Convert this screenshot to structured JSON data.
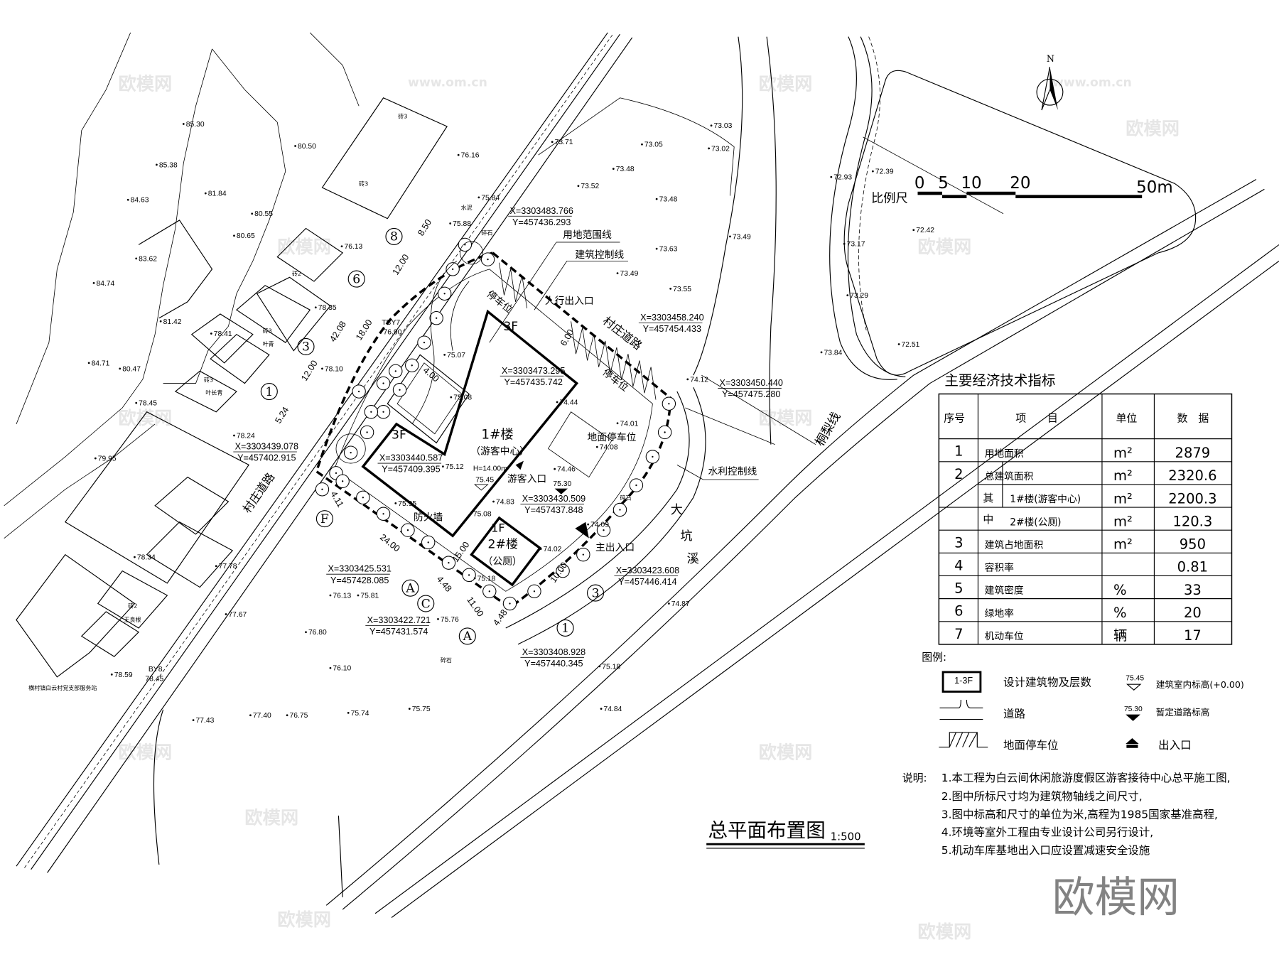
{
  "drawing": {
    "title": "总平面布置图",
    "scale": "1:500",
    "north_label": "N",
    "scale_bar": {
      "label": "比例尺",
      "ticks": [
        "0",
        "5",
        "10",
        "20",
        "50m"
      ]
    },
    "site_labels": {
      "land_boundary": "用地范围线",
      "building_control": "建筑控制线",
      "parking_top": "停车位",
      "pedestrian_entrance": "人行出入口",
      "village_road_top": "村庄道路",
      "parking_right": "停车位",
      "building1_floors_a": "3F",
      "building1_floors_b": "3F",
      "building1_name": "1#楼",
      "building1_use": "（游客中心）",
      "building1_height": "H=14.00m",
      "ground_parking": "地面停车位",
      "visitor_entrance": "游客入口",
      "water_control": "水利控制线",
      "building2_floors": "1F",
      "building2_name": "2#楼",
      "building2_use": "（公厕）",
      "firewall": "防火墙",
      "main_entrance": "主出入口",
      "stream_1": "大",
      "stream_2": "坑",
      "stream_3": "溪",
      "tongli_road": "桐梨线",
      "village_road_left": "村庄道路",
      "party_station": "横村镇白云村党支部服务站",
      "gravel_1": "碎石",
      "gravel_2": "碎石",
      "gravel_3": "碎石",
      "cement": "水泥",
      "house_1": "砖3",
      "house_2": "砖3",
      "house_3": "砖3",
      "house_4": "砖2",
      "house_5": "砖3",
      "house_6": "砖2",
      "owner_1": "叶青",
      "owner_2": "叶长青",
      "owner_3": "王良根",
      "tby": "TBY7",
      "tby_elev": "76.90",
      "bm": "BY8",
      "bm_elev": "78.45"
    },
    "indoor_elevation": "75.45",
    "road_elevation": "75.30",
    "coordinates": [
      {
        "x": "X=3303483.766",
        "y": "Y=457436.293"
      },
      {
        "x": "X=3303458.240",
        "y": "Y=457454.433"
      },
      {
        "x": "X=3303450.440",
        "y": "Y=457475.280"
      },
      {
        "x": "X=3303473.295",
        "y": "Y=457435.742"
      },
      {
        "x": "X=3303440.587",
        "y": "Y=457409.395"
      },
      {
        "x": "X=3303439.078",
        "y": "Y=457402.915"
      },
      {
        "x": "X=3303430.509",
        "y": "Y=457437.848"
      },
      {
        "x": "X=3303425.531",
        "y": "Y=457428.085"
      },
      {
        "x": "X=3303423.608",
        "y": "Y=457446.414"
      },
      {
        "x": "X=3303422.721",
        "y": "Y=457431.574"
      },
      {
        "x": "X=3303408.928",
        "y": "Y=457440.345"
      }
    ],
    "axis_marks": [
      "8",
      "6",
      "3",
      "1",
      "F",
      "A",
      "C",
      "A",
      "3",
      "1"
    ],
    "dimensions": [
      "8.50",
      "12.00",
      "18.00",
      "42.08",
      "12.00",
      "5.24",
      "4.11",
      "24.00",
      "4.48",
      "11.00",
      "4.48",
      "10.00",
      "4.00",
      "15.00",
      "6.00"
    ],
    "spot_elevations": [
      "85.30",
      "80.50",
      "85.38",
      "81.84",
      "76.16",
      "75.84",
      "75.88",
      "73.71",
      "73.05",
      "73.03",
      "73.02",
      "73.48",
      "73.52",
      "73.48",
      "72.93",
      "72.39",
      "84.63",
      "80.55",
      "80.65",
      "76.13",
      "83.62",
      "73.49",
      "73.63",
      "72.42",
      "73.17",
      "84.74",
      "73.49",
      "73.55",
      "81.42",
      "78.35",
      "78.41",
      "73.29",
      "72.51",
      "84.71",
      "80.47",
      "73.84",
      "78.10",
      "74.12",
      "78.45",
      "78.24",
      "79.95",
      "78.34",
      "77.78",
      "77.67",
      "76.80",
      "76.10",
      "75.74",
      "74.87",
      "75.18",
      "74.84",
      "75.75",
      "77.43",
      "77.40",
      "76.75",
      "78.59",
      "75.76",
      "75.18",
      "75.95",
      "74.01",
      "74.08",
      "74.46",
      "74.83",
      "75.07",
      "75.08",
      "75.12",
      "74.44",
      "74.09",
      "75.08",
      "76.13",
      "75.81",
      "74.02"
    ]
  },
  "indicators": {
    "title": "主要经济技术指标",
    "headers": {
      "no": "序号",
      "item": "项　　目",
      "unit": "单位",
      "value": "数　据"
    },
    "sub_label_1": "其",
    "sub_label_2": "中",
    "rows": [
      {
        "no": "1",
        "item": "用地面积",
        "unit": "m²",
        "value": "2879"
      },
      {
        "no": "2",
        "item": "总建筑面积",
        "unit": "m²",
        "value": "2320.6"
      },
      {
        "no": "",
        "item": "1#楼(游客中心)",
        "unit": "m²",
        "value": "2200.3"
      },
      {
        "no": "",
        "item": "2#楼(公厕)",
        "unit": "m²",
        "value": "120.3"
      },
      {
        "no": "3",
        "item": "建筑占地面积",
        "unit": "m²",
        "value": "950"
      },
      {
        "no": "4",
        "item": "容积率",
        "unit": "",
        "value": "0.81"
      },
      {
        "no": "5",
        "item": "建筑密度",
        "unit": "%",
        "value": "33"
      },
      {
        "no": "6",
        "item": "绿地率",
        "unit": "%",
        "value": "20"
      },
      {
        "no": "7",
        "item": "机动车位",
        "unit": "辆",
        "value": "17"
      }
    ]
  },
  "legend": {
    "title": "图例:",
    "items": [
      {
        "symbol": "1-3F",
        "label": "设计建筑物及层数"
      },
      {
        "symbol": "road-icon",
        "label": "道路"
      },
      {
        "symbol": "parking-icon",
        "label": "地面停车位"
      },
      {
        "symbol": "75.45",
        "label": "建筑室内标高(+0.00)"
      },
      {
        "symbol": "75.30",
        "label": "暂定道路标高"
      },
      {
        "symbol": "entrance-icon",
        "label": "出入口"
      }
    ]
  },
  "notes": {
    "title": "说明:",
    "items": [
      "1.本工程为白云间休闲旅游度假区游客接待中心总平施工图,",
      "2.图中所标尺寸均为建筑物轴线之间尺寸,",
      "3.图中标高和尺寸的单位为米,高程为1985国家基准高程,",
      "4.环境等室外工程由专业设计公司另行设计,",
      "5.机动车库基地出入口应设置减速安全设施"
    ]
  },
  "watermark": {
    "logo": "欧模网",
    "url": "www.om.cn"
  }
}
